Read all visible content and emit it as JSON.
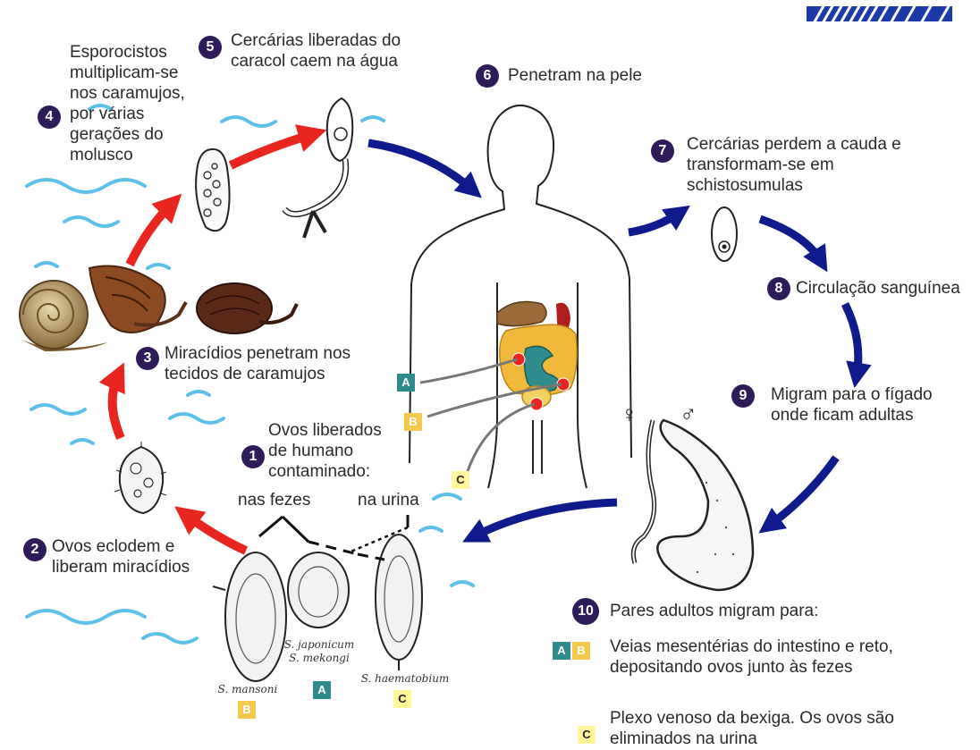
{
  "steps": {
    "s1": {
      "num": "1",
      "text": "Ovos liberados\nde humano\ncontaminado:"
    },
    "s1_feces": "nas fezes",
    "s1_urine": "na urina",
    "s2": {
      "num": "2",
      "text": "Ovos eclodem e\nliberam miracídios"
    },
    "s3": {
      "num": "3",
      "text": "Miracídios penetram nos\ntecidos de caramujos"
    },
    "s4": {
      "num": "4",
      "text": "Esporocistos\nmultiplicam-se\nnos caramujos,\npor várias\ngerações do\nmolusco"
    },
    "s5": {
      "num": "5",
      "text": "Cercárias liberadas do\ncaracol caem na água"
    },
    "s6": {
      "num": "6",
      "text": "Penetram na pele"
    },
    "s7": {
      "num": "7",
      "text": "Cercárias perdem a cauda e\ntransformam-se em\nschistosumulas"
    },
    "s8": {
      "num": "8",
      "text": "Circulação sanguínea"
    },
    "s9": {
      "num": "9",
      "text": "Migram para o fígado\nonde ficam adultas"
    },
    "s10": {
      "num": "10",
      "text": "Pares adultos migram para:"
    }
  },
  "destinations": {
    "ab": {
      "badge_a": "A",
      "badge_b": "B",
      "text": "Veias mesentérias do intestino e reto,\ndepositando ovos junto às fezes"
    },
    "c": {
      "badge_c": "C",
      "text": "Plexo venoso da bexiga. Os ovos são\neliminados na urina"
    }
  },
  "eggs": {
    "mansoni": {
      "name": "S. mansoni",
      "badge": "B"
    },
    "japonicum": {
      "name": "S. japonicum\nS. mekongi",
      "badge": "A"
    },
    "haematobium": {
      "name": "S. haematobium",
      "badge": "C"
    }
  },
  "body_badges": {
    "a": "A",
    "b": "B",
    "c": "C"
  },
  "sex_symbols": {
    "female": "♀",
    "male": "♂"
  },
  "colors": {
    "red_arrow": "#e8261f",
    "blue_arrow": "#0f1b8c",
    "water": "#5cc0ea",
    "number_circle": "#2e1c5a",
    "badge_a": "#2f8a8a",
    "badge_b": "#f2c94c",
    "badge_c": "#fff79a"
  }
}
